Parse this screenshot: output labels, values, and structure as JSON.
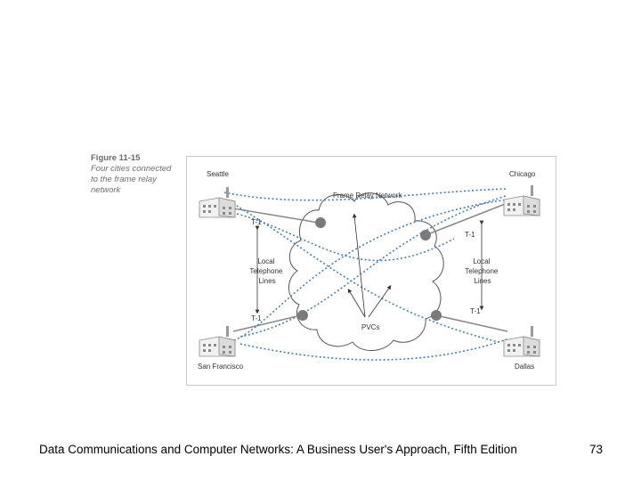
{
  "figure": {
    "label": "Figure 11-15",
    "caption": "Four cities connected\nto the frame relay\nnetwork",
    "network_label": "Frame Relay Network",
    "cities": [
      "Seattle",
      "Chicago",
      "San Francisco",
      "Dallas"
    ],
    "link_labels": {
      "seattle": "T-1",
      "chicago": "T-1",
      "san_francisco": "T-1",
      "dallas": "T-1"
    },
    "local_lines_left": [
      "Local",
      "Telephone",
      "Lines"
    ],
    "local_lines_right": [
      "Local",
      "Telephone",
      "Lines"
    ],
    "pvc_label": "PVCs",
    "colors": {
      "pvc": "#4a7fb8",
      "node": "#7a7a7a",
      "line": "#8a8a8a"
    }
  },
  "footer": {
    "text": "Data Communications and Computer Networks: A Business User's Approach, Fifth Edition",
    "page": "73"
  }
}
